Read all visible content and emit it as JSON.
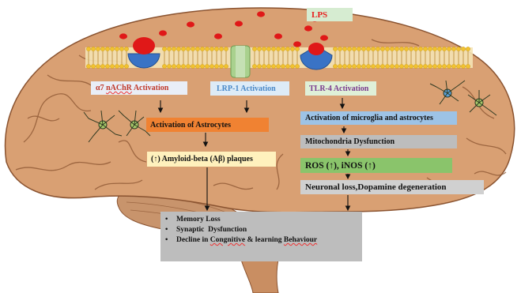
{
  "labels": {
    "lps": "LPS",
    "a7_prefix": "α7 ",
    "a7_word": "nAChR",
    "a7_suffix": " Activation",
    "lrp1": "LRP-1 Activation",
    "tlr4": "TLR-4 Activation",
    "astrocytes": "Activation of Astrocytes",
    "amyloid": "(↑) Amyloid-beta (Aβ) plaques",
    "microglia": "Activation of microglia and astrocytes",
    "mito": "Mitochondria Dysfunction",
    "ros": "ROS (↑), iNOS (↑)",
    "neuronal": "Neuronal loss,Dopamine degeneration"
  },
  "outcomes": {
    "memory": "Memory Loss",
    "synaptic": "Synaptic  Dysfunction",
    "decline_a": "Decline in ",
    "decline_b": "Congnitive",
    "decline_c": " & learning ",
    "decline_d": "Behaviour"
  },
  "colors": {
    "brain": "#d9a073",
    "gyrus_line": "#8a5330",
    "membrane_head": "#f2c230",
    "receptor_blue": "#3a73c5",
    "receptor_red": "#e01818",
    "lrp_green": "#a9d18e",
    "lps_red": "#e01818",
    "astro_box": "#f08232",
    "micro_box": "#9dc3e6",
    "ros_box": "#8ac46b"
  },
  "icons": [
    "astrocyte-icon",
    "microglia-icon",
    "receptor-icon",
    "lps-dot-icon"
  ]
}
